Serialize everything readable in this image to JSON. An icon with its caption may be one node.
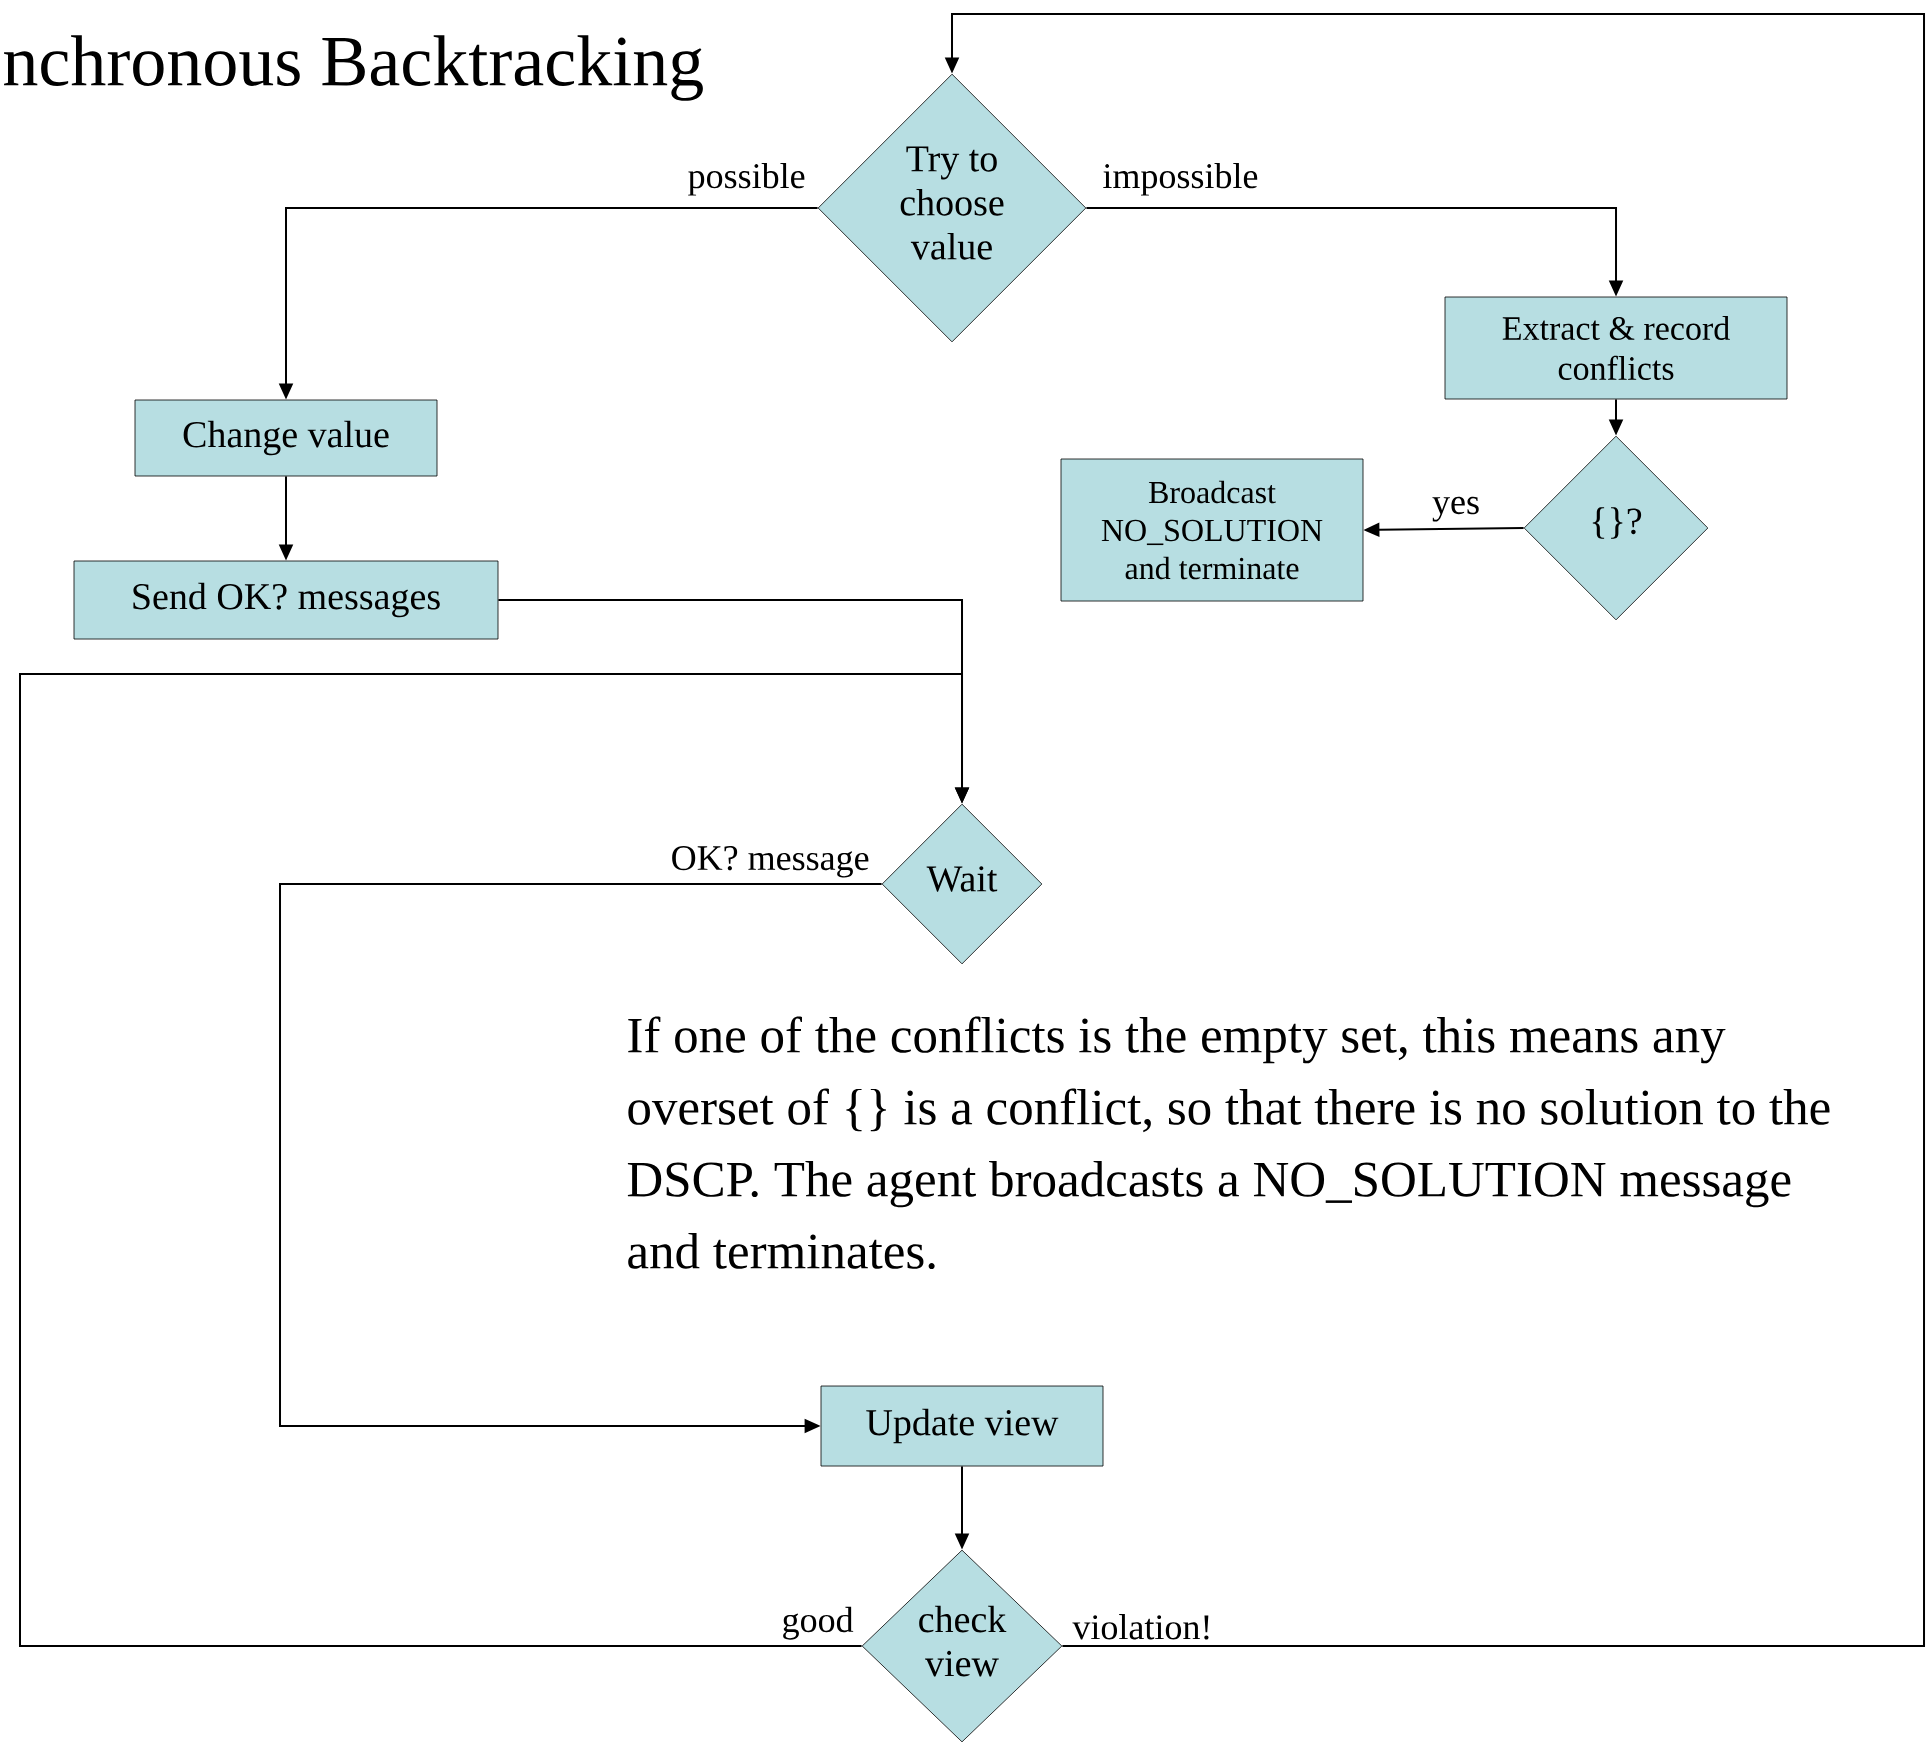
{
  "diagram": {
    "title": "nchronous Backtracking",
    "nodes": [
      {
        "text": [
          "Try to choose value"
        ]
      },
      {
        "text": [
          "Change value"
        ]
      },
      {
        "text": [
          "Send OK? messages"
        ]
      },
      {
        "text": [
          "Extract & record conflicts"
        ]
      },
      {
        "text": [
          "{}?"
        ]
      },
      {
        "text": [
          "Broadcast NO_SOLUTION and terminate"
        ]
      },
      {
        "text": [
          "Wait"
        ]
      },
      {
        "text": [
          "Update view"
        ]
      },
      {
        "text": [
          "check view"
        ]
      }
    ],
    "edges": [
      {
        "from": 0,
        "to": 1,
        "arrow": "to",
        "label": "possible"
      },
      {
        "from": 0,
        "to": 3,
        "arrow": "to",
        "label": "impossible"
      },
      {
        "from": 1,
        "to": 2,
        "arrow": "to"
      },
      {
        "from": 3,
        "to": 4,
        "arrow": "to"
      },
      {
        "from": 4,
        "to": 5,
        "arrow": "to",
        "label": "yes"
      },
      {
        "from": 2,
        "to": 6,
        "arrow": "to"
      },
      {
        "from": 8,
        "to": 6,
        "arrow": "to",
        "label": "good"
      },
      {
        "from": 6,
        "to": 7,
        "arrow": "to",
        "label": "OK? message"
      },
      {
        "from": 7,
        "to": 8,
        "arrow": "to"
      },
      {
        "from": 8,
        "to": 0,
        "arrow": "to",
        "label": "violation!"
      }
    ],
    "labels": [
      "If one of the conflicts is the empty set, this means any overset of {} is a conflict, so that there is no solution to the DSCP. The agent broadcasts a NO_SOLUTION message and terminates."
    ]
  }
}
